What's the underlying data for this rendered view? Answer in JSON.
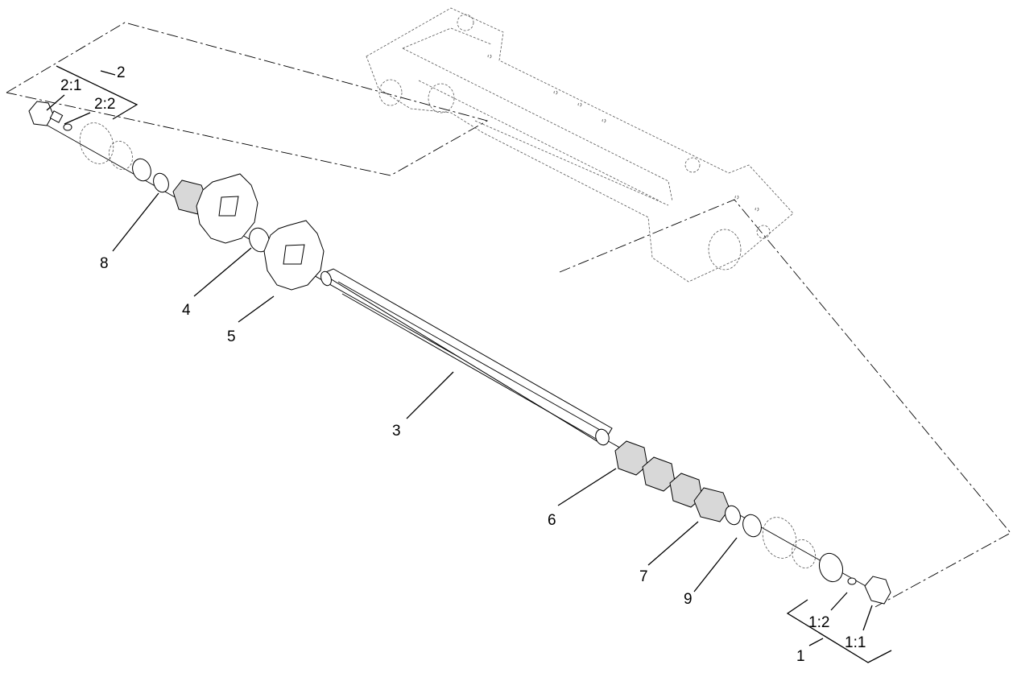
{
  "callouts": {
    "c1": "1",
    "c1_1": "1:1",
    "c1_2": "1:2",
    "c2": "2",
    "c2_1": "2:1",
    "c2_2": "2:2",
    "c3": "3",
    "c4": "4",
    "c5": "5",
    "c6": "6",
    "c7": "7",
    "c8": "8",
    "c9": "9"
  }
}
